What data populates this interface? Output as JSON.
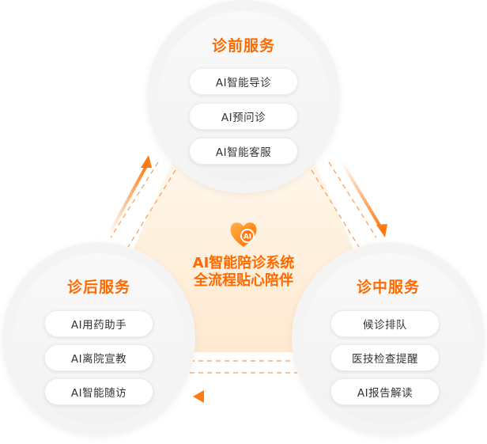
{
  "top": {
    "title": "诊前服务",
    "items": [
      "AI智能导诊",
      "AI预问诊",
      "AI智能客服"
    ]
  },
  "left": {
    "title": "诊后服务",
    "items": [
      "AI用药助手",
      "AI离院宣教",
      "AI智能随访"
    ]
  },
  "right": {
    "title": "诊中服务",
    "items": [
      "候诊排队",
      "医技检查提醒",
      "AI报告解读"
    ]
  },
  "center": {
    "line1": "AI智能陪诊系统",
    "line2": "全流程贴心陪伴",
    "logo_text": "AI"
  },
  "colors": {
    "accent": "#ff6a00",
    "accent_light": "#ffb36b",
    "center_fill": "#fff3e4",
    "circle_fill": "#f7f7f7",
    "pill_text": "#333333"
  }
}
